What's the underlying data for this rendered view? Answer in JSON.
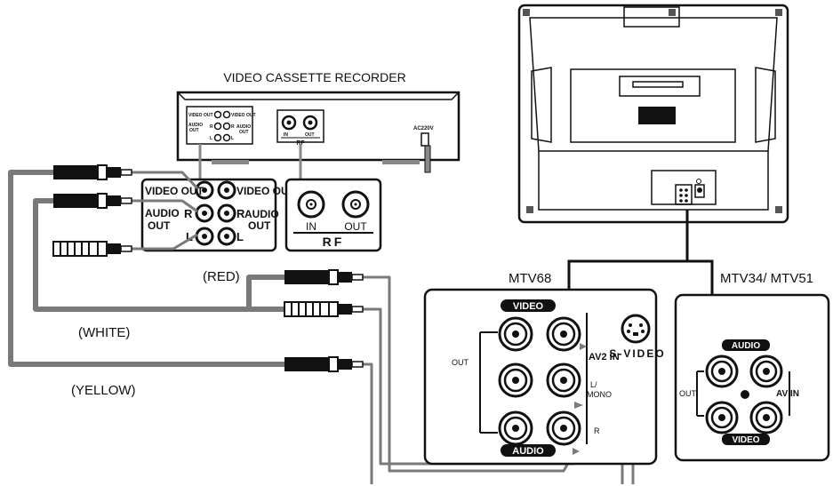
{
  "labels": {
    "vcr_title": "VIDEO CASSETTE RECORDER",
    "vcr_small_video_out_l": "VIDEO OUT",
    "vcr_small_video_out_r": "VIDEO OUT",
    "vcr_small_audio_l": "AUDIO",
    "vcr_small_out_l": "OUT",
    "vcr_small_r_l": "R",
    "vcr_small_r_r": "R",
    "vcr_small_audio_r": "AUDIO",
    "vcr_small_out_r": "OUT",
    "vcr_small_l_l": "L",
    "vcr_small_l_r": "L",
    "vcr_small_in": "IN",
    "vcr_small_out": "OUT",
    "vcr_small_rf": "RF",
    "vcr_ac": "AC220V",
    "jack_video_out_l": "VIDEO OUT",
    "jack_video_out_r": "VIDEO OUT",
    "jack_audio_l": "AUDIO",
    "jack_out_l": "OUT",
    "jack_r_l": "R",
    "jack_r_r": "R",
    "jack_audio_r": "AUDIO",
    "jack_out_r": "OUT",
    "jack_l_l": "L",
    "jack_l_r": "L",
    "rf_in": "IN",
    "rf_out": "OUT",
    "rf_label": "RF",
    "red": "(RED)",
    "white": "(WHITE)",
    "yellow": "(YELLOW)",
    "mtv68": "MTV68",
    "mtv34": "MTV34/ MTV51",
    "p68_video": "VIDEO",
    "p68_out": "OUT",
    "p68_av2in": "AV2 IN",
    "p68_l": "L/",
    "p68_mono": "MONO",
    "p68_r": "R",
    "p68_audio": "AUDIO",
    "svideo": "S-VIDEO",
    "p34_audio": "AUDIO",
    "p34_out": "OUT",
    "p34_avin": "AV IN",
    "p34_video": "VIDEO"
  },
  "colors": {
    "line": "#111111",
    "cable": "#7a7a7a",
    "panel": "#ffffff"
  }
}
